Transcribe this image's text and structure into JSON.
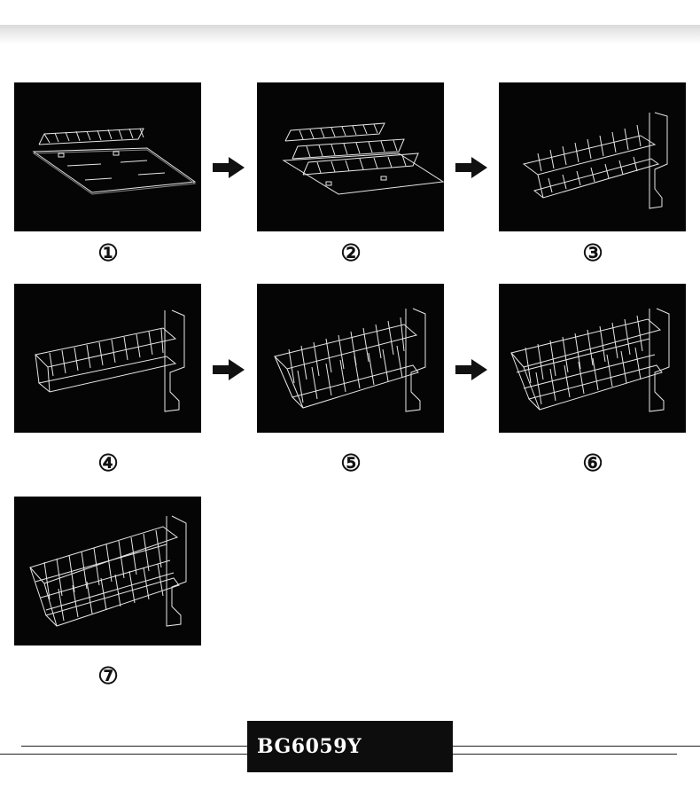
{
  "steps": [
    {
      "number": "①"
    },
    {
      "number": "②"
    },
    {
      "number": "③"
    },
    {
      "number": "④"
    },
    {
      "number": "⑤"
    },
    {
      "number": "⑥"
    },
    {
      "number": "⑦"
    }
  ],
  "model": {
    "code": "BG6059Y"
  },
  "colors": {
    "photo_bg": "#050505",
    "acrylic_line": "#e8e8e8",
    "arrow": "#111111",
    "label_bg": "#0d0d0d"
  }
}
